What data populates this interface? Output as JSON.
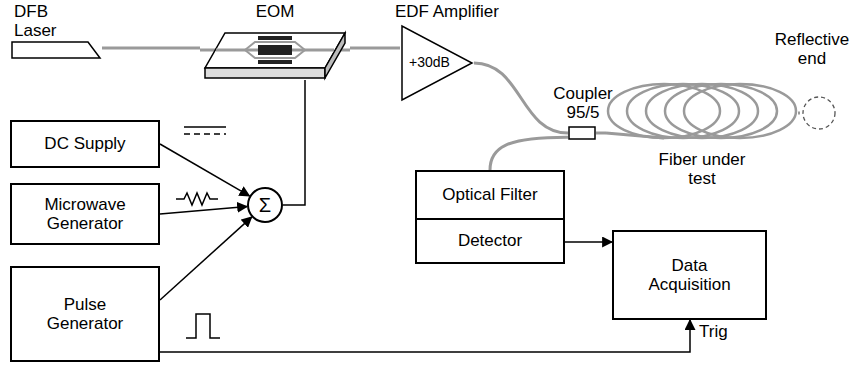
{
  "diagram": {
    "nodes": [
      {
        "text": [
          "DFB Laser"
        ]
      },
      {
        "text": [
          "EOM"
        ]
      },
      {
        "text": [
          "EDF Amplifier",
          "+30dB"
        ]
      },
      {
        "text": [
          "Coupler 95/5"
        ]
      },
      {
        "text": [
          "Fiber under test"
        ]
      },
      {
        "text": [
          "Reflective end"
        ]
      },
      {
        "text": [
          "DC Supply"
        ]
      },
      {
        "text": [
          "Microwave Generator"
        ]
      },
      {
        "text": [
          "Pulse Generator"
        ]
      },
      {
        "text": [
          "Σ"
        ]
      },
      {
        "text": [
          "Optical Filter"
        ]
      },
      {
        "text": [
          "Detector"
        ]
      },
      {
        "text": [
          "Data Acquisition"
        ]
      }
    ],
    "edges": [
      {
        "from": 0,
        "to": 1,
        "arrow": "none"
      },
      {
        "from": 1,
        "to": 2,
        "arrow": "none"
      },
      {
        "from": 2,
        "to": 3,
        "arrow": "none"
      },
      {
        "from": 3,
        "to": 4,
        "arrow": "none"
      },
      {
        "from": 4,
        "to": 5,
        "arrow": "none"
      },
      {
        "from": 6,
        "to": 9,
        "arrow": "to"
      },
      {
        "from": 7,
        "to": 9,
        "arrow": "to"
      },
      {
        "from": 8,
        "to": 9,
        "arrow": "to"
      },
      {
        "from": 9,
        "to": 1,
        "arrow": "none"
      },
      {
        "from": 3,
        "to": 10,
        "arrow": "none"
      },
      {
        "from": 11,
        "to": 12,
        "arrow": "to"
      },
      {
        "from": 8,
        "to": 12,
        "arrow": "to",
        "label": "Trig"
      }
    ]
  }
}
